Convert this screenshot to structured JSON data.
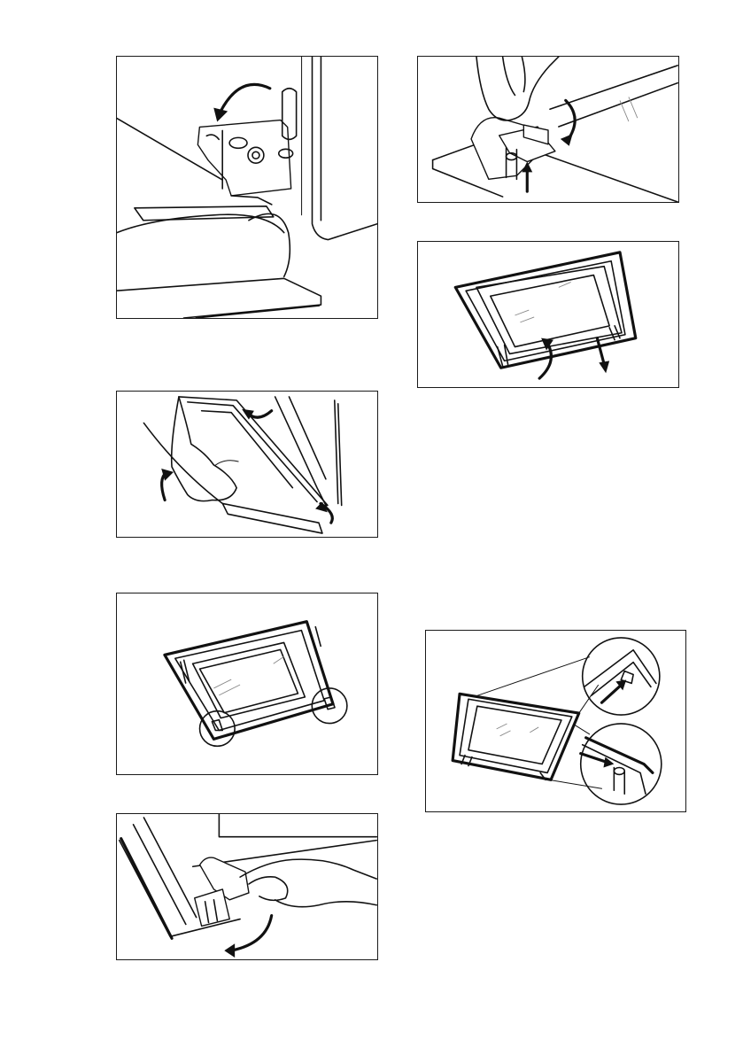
{
  "document": {
    "type": "oven-door-removal-illustrations",
    "panel_count": 7,
    "text_visible": false
  },
  "panels": [
    {
      "id": "hinge-lever-open",
      "column": "left",
      "step": 1,
      "icons": [
        "curved-arrow-icon"
      ]
    },
    {
      "id": "door-lift-closing",
      "column": "left",
      "step": 2,
      "icons": [
        "curved-arrow-icon",
        "curved-arrow-icon"
      ]
    },
    {
      "id": "door-caps-circled",
      "column": "left",
      "step": 3,
      "icons": [
        "highlight-circle-icon"
      ]
    },
    {
      "id": "door-cap-release",
      "column": "left",
      "step": 4,
      "icons": [
        "curved-arrow-icon"
      ]
    },
    {
      "id": "hinge-clip-press",
      "column": "right",
      "step": 5,
      "icons": [
        "curved-arrow-icon",
        "straight-arrow-icon"
      ]
    },
    {
      "id": "glass-panel-remove",
      "column": "right",
      "step": 6,
      "icons": [
        "curved-arrow-icon",
        "straight-arrow-icon"
      ]
    },
    {
      "id": "glass-panel-reinstall-detail",
      "column": "right",
      "step": 7,
      "icons": [
        "zoom-circle-icon",
        "straight-arrow-icon"
      ]
    }
  ],
  "colors": {
    "ink": "#111111",
    "paper": "#ffffff",
    "glass_lines": "#888888"
  }
}
